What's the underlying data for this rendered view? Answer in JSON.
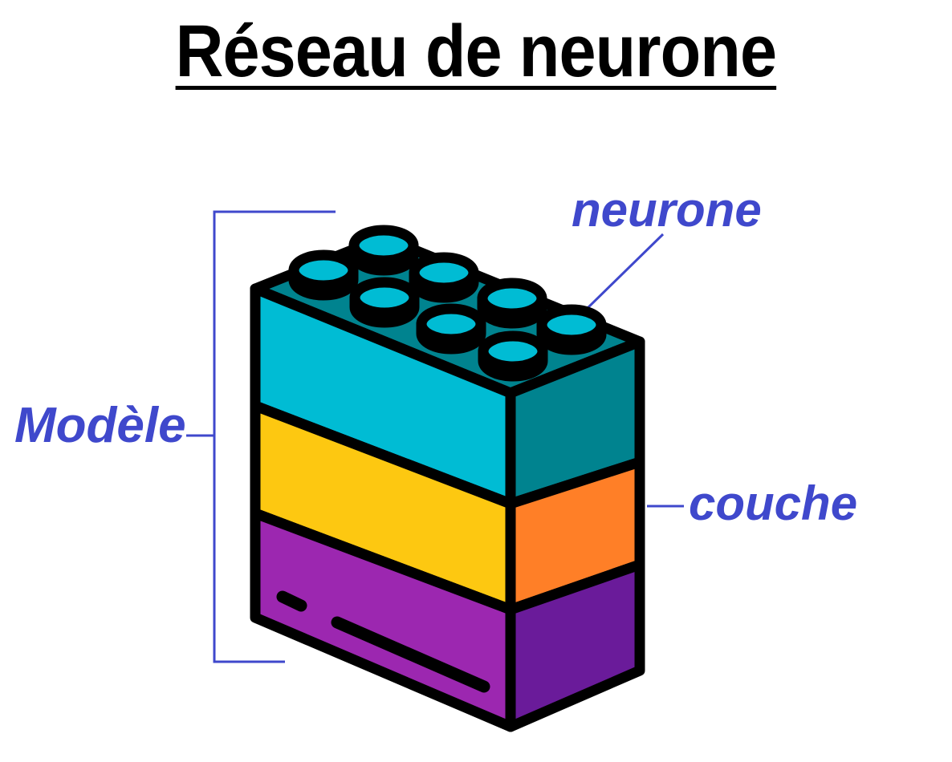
{
  "title": "Réseau de neurone",
  "labels": {
    "neurone": "neurone",
    "modele": "Modèle",
    "couche": "couche"
  },
  "colors": {
    "title": "#000000",
    "label": "#3f48cc",
    "outline": "#000000",
    "top_layer_front": "#00bcd4",
    "top_layer_side": "#00838f",
    "top_face": "#00838f",
    "stud_top": "#00bcd4",
    "middle_layer_front": "#fdc811",
    "middle_layer_side": "#ff7f27",
    "bottom_layer_front": "#9c27b0",
    "bottom_layer_side": "#6a1b9a"
  },
  "icons": {
    "block": "stacked-building-block-icon"
  }
}
